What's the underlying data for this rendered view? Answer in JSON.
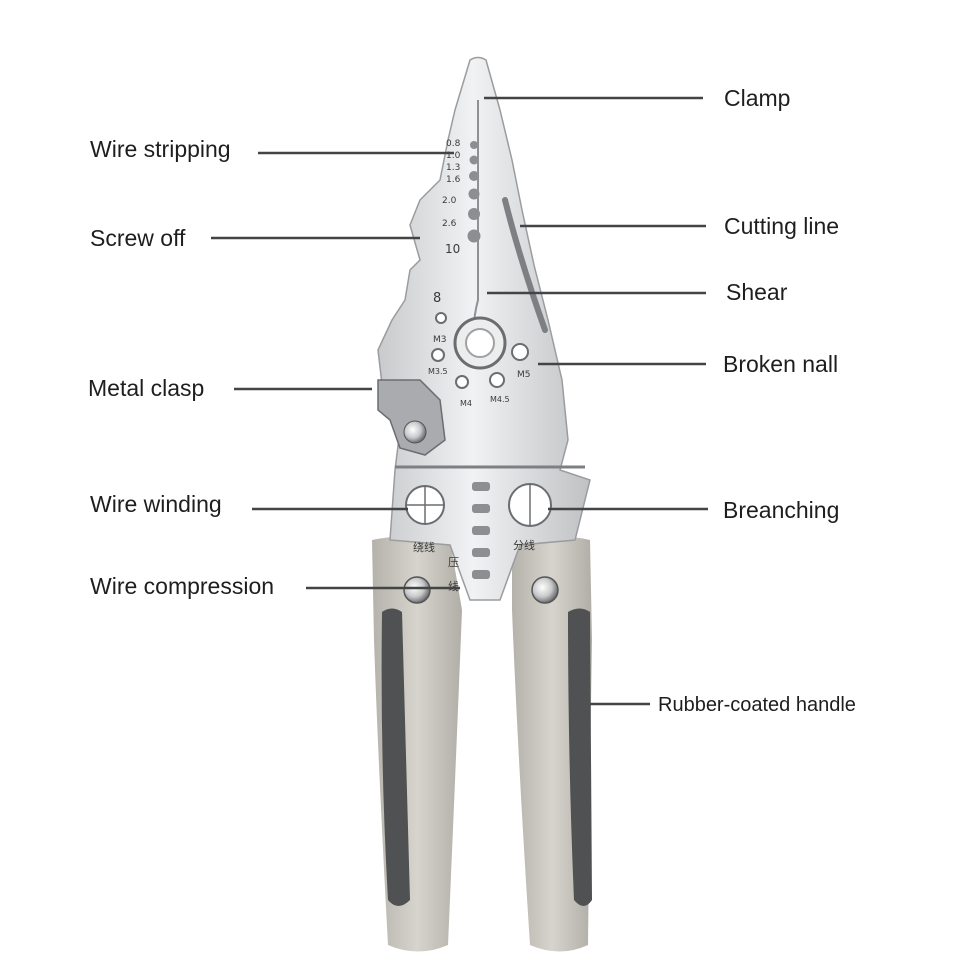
{
  "labels": {
    "clamp": "Clamp",
    "wire_stripping": "Wire stripping",
    "cutting_line": "Cutting line",
    "screw_off": "Screw off",
    "shear": "Shear",
    "broken_nail": "Broken nall",
    "metal_clasp": "Metal clasp",
    "wire_winding": "Wire winding",
    "breanching": "Breanching",
    "wire_compression": "Wire compression",
    "rubber_handle": "Rubber-coated handle"
  },
  "tool_markings": {
    "strip_gauges": [
      "0.8",
      "1.0",
      "1.3",
      "1.6",
      "2.0",
      "2.6"
    ],
    "screw_10": "10",
    "screw_8": "8",
    "m3": "M3",
    "m35": "M3.5",
    "m4": "M4",
    "m45": "M4.5",
    "m5": "M5",
    "cn_winding": "绕线",
    "cn_crimp_1": "压",
    "cn_crimp_2": "线",
    "cn_branch": "分线"
  },
  "colors": {
    "steel": "#d8d9db",
    "steel_dark": "#9a9c9f",
    "handle_grey": "#c5c3bb",
    "handle_dark": "#505152",
    "annotation_line": "#444444"
  }
}
